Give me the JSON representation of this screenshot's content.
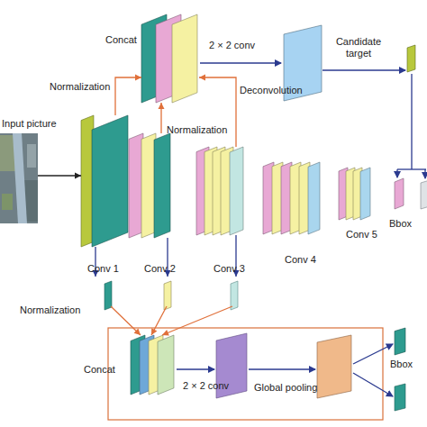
{
  "diagram": {
    "nodes": [
      {
        "text": [
          "Concat"
        ]
      },
      {
        "text": [
          "Input picture"
        ]
      },
      {
        "text": [
          "Conv 1"
        ]
      },
      {
        "text": [
          "Conv 2"
        ]
      },
      {
        "text": [
          "Conv 3"
        ]
      },
      {
        "text": [
          "Conv 4"
        ]
      },
      {
        "text": [
          "Conv 5"
        ]
      },
      {
        "text": [
          "Bbox"
        ]
      },
      {
        "text": [
          "Concat"
        ]
      },
      {
        "text": [
          "Bbox"
        ]
      }
    ],
    "edges": [
      {
        "from": 1,
        "to": 2,
        "arrow": "to"
      },
      {
        "from": 2,
        "to": 0,
        "label": "Normalization",
        "arrow": "to"
      },
      {
        "from": 3,
        "to": 0,
        "label": "Normalization",
        "arrow": "to"
      },
      {
        "from": 4,
        "to": 0,
        "label": "Deconvolution",
        "arrow": "to"
      },
      {
        "from": 2,
        "to": 8,
        "label": "Normalization",
        "arrow": "to"
      },
      {
        "from": 3,
        "to": 8,
        "arrow": "to"
      },
      {
        "from": 4,
        "to": 8,
        "arrow": "to"
      }
    ],
    "labels": [
      "2 × 2 conv",
      "Candidate target",
      "2 × 2 conv",
      "Global pooling"
    ]
  }
}
